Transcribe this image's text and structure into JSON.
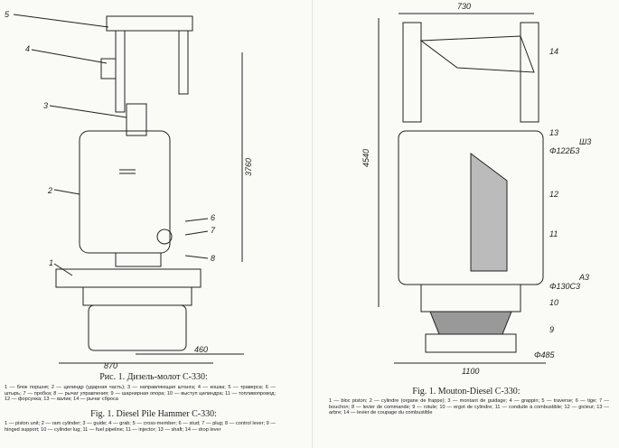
{
  "left": {
    "labels": {
      "l5": "5",
      "l4": "4",
      "l3": "3",
      "l2": "2",
      "l1": "1",
      "l6": "6",
      "l7": "7",
      "l8": "8",
      "h": "3760",
      "w1": "460",
      "w2": "870"
    },
    "caption_ru": "Рис. 1. Дизель-молот С-330:",
    "legend_ru": "1 — блок поршня; 2 — цилиндр (ударная часть); 3 — направляющая штанга; 4 — кошка; 5 — траверса; 6 — штырь; 7 — пробка; 8 — рычаг управления; 9 — шарнирная опора; 10 — выступ цилиндра; 11 — топливопровод; 12 — форсунка; 13 — валик; 14 — рычаг сброса",
    "caption_en": "Fig. 1. Diesel Pile Hammer C-330:",
    "legend_en": "1 — piston unit; 2 — ram cylinder; 3 — guide; 4 — grab; 5 — cross-member; 6 — stud; 7 — plug; 8 — control lever; 9 — hinged support; 10 — cylinder lug; 11 — fuel pipeline; 11 — injector; 13 — shaft; 14 — drop lever"
  },
  "right": {
    "labels": {
      "w0": "730",
      "l14": "14",
      "l13": "13",
      "d1": "Φ122Б3",
      "d1b": "Ш3",
      "l12": "12",
      "l11": "11",
      "h": "4540",
      "d2": "Φ130С3",
      "d2b": "А3",
      "l10": "10",
      "l9": "9",
      "d3": "Φ485",
      "w": "1100"
    },
    "caption_fr": "Fig. 1. Mouton-Diesel C-330:",
    "legend_fr": "1 — bloc piston; 2 — cylindre (organe de frappe); 3 — montant de guidage; 4 — grappin; 5 — traverse; 6 — tige; 7 — bouchon; 8 — levier de commande; 9 — rotule; 10 — ergot de cylindre; 11 — conduite à combustible; 12 — gicleur; 13 — arbre; 14 — levier de coupage du combustible"
  }
}
